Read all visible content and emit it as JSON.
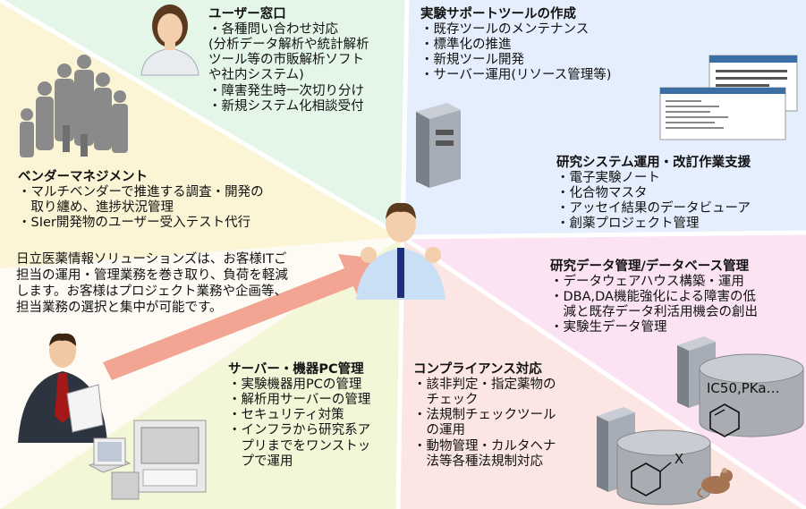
{
  "user_desk": {
    "title": "ユーザー窓口",
    "items": [
      "・各種問い合わせ対応",
      "(分析データ解析や統計解析",
      "ツール等の市販解析ソフト",
      "や社内システム)",
      "・障害発生時一次切り分け",
      "・新規システム化相談受付"
    ]
  },
  "support_tools": {
    "title": "実験サポートツールの作成",
    "items": [
      "・既存ツールのメンテナンス",
      "・標準化の推進",
      "・新規ツール開発",
      "・サーバー運用(リソース管理等)"
    ]
  },
  "vendor_management": {
    "title": "ベンダーマネジメント",
    "items": [
      "・マルチベンダーで推進する調査・開発の",
      "　取り纏め、進捗状況管理",
      "・SIer開発物のユーザー受入テスト代行"
    ]
  },
  "research_system": {
    "title": "研究システム運用・改訂作業支援",
    "items": [
      "・電子実験ノート",
      "・化合物マスタ",
      "・アッセイ結果のデータビューア",
      "・創薬プロジェクト管理"
    ]
  },
  "center_text": {
    "lines": [
      "日立医薬情報ソリューションズは、お客様ITご",
      "担当の運用・管理業務を巻き取り、負荷を軽減",
      "します。お客様はプロジェクト業務や企画等、",
      "担当業務の選択と集中が可能です。"
    ]
  },
  "research_data": {
    "title": "研究データ管理/データベース管理",
    "items": [
      "・データウェアハウス構築・運用",
      "・DBA,DA機能強化による障害の低",
      "　減と既存データ利活用機会の創出",
      "・実験生データ管理"
    ]
  },
  "server_pc": {
    "title": "サーバー・機器PC管理",
    "items": [
      "・実験機器用PCの管理",
      "・解析用サーバーの管理",
      "・セキュリティ対策",
      "・インフラから研究系ア",
      "　プリまでをワンストッ",
      "　プで運用"
    ]
  },
  "compliance": {
    "title": "コンプライアンス対応",
    "items": [
      "・該非判定・指定薬物の",
      "　チェック",
      "・法規制チェックツール",
      "　の運用",
      "・動物管理・カルタヘナ",
      "　法等各種法規制対応"
    ]
  },
  "chem_labels": {
    "db_label": "IC50,PKa…",
    "substituent": "X"
  },
  "colors": {
    "mint": "#e3f6e8",
    "cream": "#fbf5d6",
    "lightblue": "#e4eefc",
    "pink": "#fbe3f3",
    "peach": "#fbe6e3",
    "arrow": "#f2a593"
  }
}
